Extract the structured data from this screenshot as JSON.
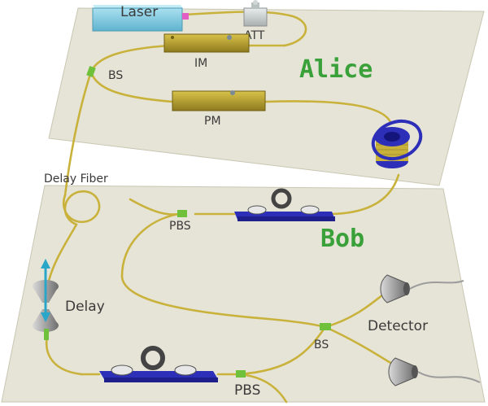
{
  "labels": {
    "laser": "Laser",
    "att": "ATT",
    "im": "IM",
    "bs_alice": "BS",
    "pm": "PM",
    "alice": "Alice",
    "delay_fiber": "Delay Fiber",
    "pbs_top": "PBS",
    "bob": "Bob",
    "delay": "Delay",
    "bs_bob": "BS",
    "detector": "Detector",
    "pbs_bottom": "PBS"
  },
  "colors": {
    "board": "#e6e4d6",
    "board_edge": "#c9c6b2",
    "fiber": "#c9b23c",
    "coupler": "#6fc13b",
    "laser": "#7cc8e0",
    "modulator": "#b7a02a",
    "rail": "#2d2fb8",
    "spool": "#2d2fb8",
    "party_label": "#3aa13a",
    "arrow": "#2aa6c8",
    "detector": "#8a8a8a"
  }
}
